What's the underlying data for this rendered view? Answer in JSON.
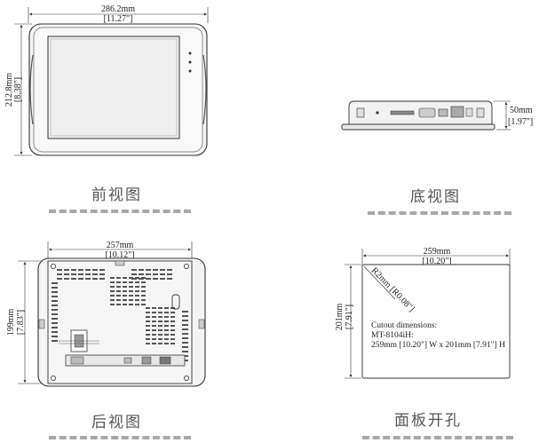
{
  "front_view": {
    "width_mm": "286.2mm",
    "width_in": "[11.27\"]",
    "height_mm": "212.8mm",
    "height_in": "[8.38\"]",
    "caption": "前视图"
  },
  "bottom_view": {
    "depth_mm": "50mm",
    "depth_in": "[1.97\"]",
    "caption": "底视图"
  },
  "rear_view": {
    "width_mm": "257mm",
    "width_in": "[10.12\"]",
    "height_mm": "199mm",
    "height_in": "[7.83\"]",
    "caption": "后视图"
  },
  "cutout_view": {
    "width_mm": "259mm",
    "width_in": "[10.20\"]",
    "height_mm": "201mm",
    "height_in": "[7.91\"]",
    "radius": "R2mm [R0.08\"]",
    "note_title": "Cutout dimensions:",
    "note_model": "MT-8104iH:",
    "note_size": "259mm [10.20\"] W x 201mm [7.91\"] H",
    "caption": "面板开孔"
  },
  "colors": {
    "line": "#333333",
    "caption": "#555555",
    "dash": "#a8a8a8"
  }
}
